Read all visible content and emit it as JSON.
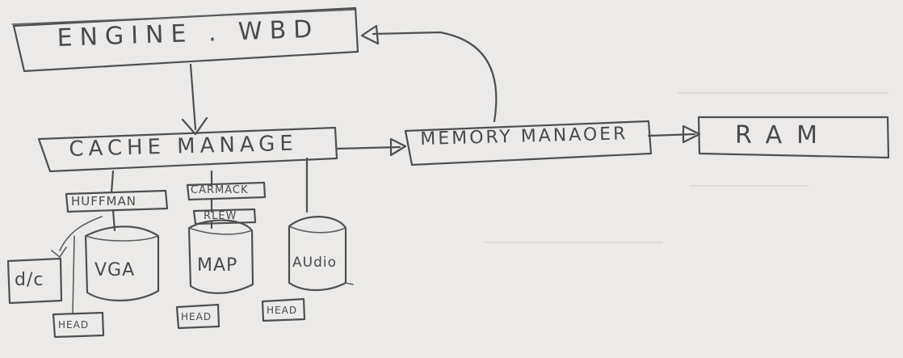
{
  "nodes": {
    "engine": "ENGINE . WBD",
    "cache_manager": "CACHE MANAGE",
    "memory_manager": "MEMORY MANAOER",
    "ram": "RAM",
    "huffman": "HUFFMAN",
    "carmack": "CARMACK",
    "rlew": "RLEW",
    "dict": "d/c",
    "vga": "VGA",
    "map": "MAP",
    "audio": "AUdio",
    "head_vga": "HEAD",
    "head_map": "HEAD",
    "head_audio": "HEAD"
  },
  "edges": [
    {
      "from": "engine",
      "to": "cache_manager"
    },
    {
      "from": "cache_manager",
      "to": "memory_manager"
    },
    {
      "from": "memory_manager",
      "to": "ram"
    },
    {
      "from": "memory_manager",
      "to": "engine"
    },
    {
      "from": "cache_manager",
      "to": "vga",
      "via": "huffman"
    },
    {
      "from": "cache_manager",
      "to": "map",
      "via": [
        "carmack",
        "rlew"
      ]
    },
    {
      "from": "cache_manager",
      "to": "audio"
    },
    {
      "from": "huffman",
      "to": "dict"
    }
  ],
  "colors": {
    "paper": "#ebeae8",
    "pencil": "#4f4f4f"
  }
}
